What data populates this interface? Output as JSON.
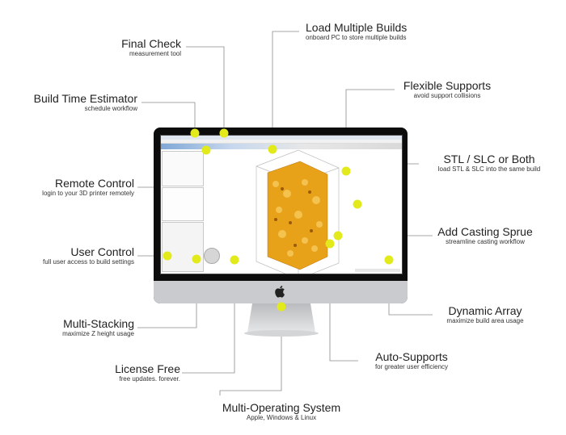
{
  "callouts": [
    {
      "id": "final-check",
      "title": "Final Check",
      "subtitle": "measurement tool"
    },
    {
      "id": "build-time-estimator",
      "title": "Build Time Estimator",
      "subtitle": "schedule workflow"
    },
    {
      "id": "remote-control",
      "title": "Remote Control",
      "subtitle": "login to your 3D printer remotely"
    },
    {
      "id": "user-control",
      "title": "User Control",
      "subtitle": "full user access to build settings"
    },
    {
      "id": "multi-stacking",
      "title": "Multi-Stacking",
      "subtitle": "maximize Z height usage"
    },
    {
      "id": "license-free",
      "title": "License Free",
      "subtitle": "free updates. forever."
    },
    {
      "id": "multi-os",
      "title": "Multi-Operating System",
      "subtitle": "Apple, Windows & Linux"
    },
    {
      "id": "load-multiple-builds",
      "title": "Load Multiple Builds",
      "subtitle": "onboard PC to store multiple builds"
    },
    {
      "id": "flexible-supports",
      "title": "Flexible Supports",
      "subtitle": "avoid support collisions"
    },
    {
      "id": "stl-slc",
      "title": "STL / SLC or Both",
      "subtitle": "load STL & SLC into the same build"
    },
    {
      "id": "casting-sprue",
      "title": "Add Casting Sprue",
      "subtitle": "streamline casting workflow"
    },
    {
      "id": "dynamic-array",
      "title": "Dynamic Array",
      "subtitle": "maximize build area usage"
    },
    {
      "id": "auto-supports",
      "title": "Auto-Supports",
      "subtitle": "for greater user efficiency"
    }
  ],
  "colors": {
    "marker": "#e3ea1c",
    "leader": "#8a8a8a",
    "model": "#e8a21a",
    "bezel": "#0c0c0c",
    "chin": "#c9cbce"
  },
  "icons": [
    "apple-logo-icon"
  ]
}
